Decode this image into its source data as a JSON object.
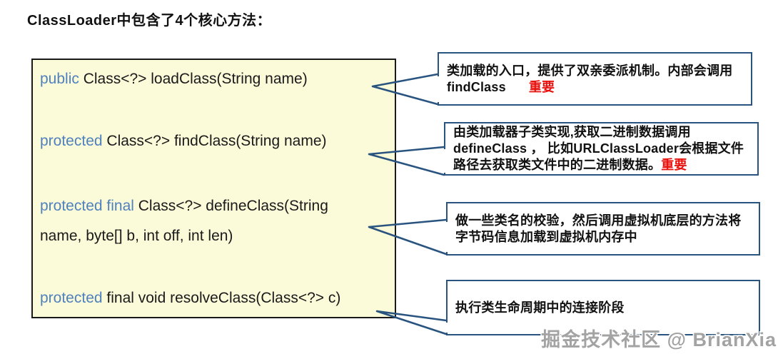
{
  "title": "ClassLoader中包含了4个核心方法：",
  "colors": {
    "keyword_blue": "#4f81bd",
    "callout_border_blue": "#2a5480",
    "code_box_fill": "#fbfad9",
    "code_box_border": "#1a1a1a",
    "highlight_red": "#e8100c",
    "watermark_gray": "#a3a3a3"
  },
  "code_box": {
    "lines": [
      {
        "keyword": "public",
        "rest": " Class<?> loadClass(String name)"
      },
      {
        "keyword": "protected",
        "rest": " Class<?> findClass(String name)"
      },
      {
        "keyword": "protected final",
        "rest": " Class<?> defineClass(String"
      },
      {
        "keyword": "",
        "rest": "name, byte[] b, int off, int len)"
      },
      {
        "keyword": "protected",
        "rest": " final void resolveClass(Class<?> c)"
      }
    ]
  },
  "callouts": [
    {
      "text": "类加载的入口，提供了双亲委派机制。内部会调用\nfindClass",
      "highlight": "重要"
    },
    {
      "text": "由类加载器子类实现,获取二进制数据调用\ndefineClass ， 比如URLClassLoader会根据文件\n路径去获取类文件中的二进制数据。",
      "highlight": "重要"
    },
    {
      "text": "做一些类名的校验，然后调用虚拟机底层的方法将\n字节码信息加载到虚拟机内存中",
      "highlight": ""
    },
    {
      "text": "执行类生命周期中的连接阶段",
      "highlight": ""
    }
  ],
  "watermark": "掘金技术社区 @ BrianXia"
}
